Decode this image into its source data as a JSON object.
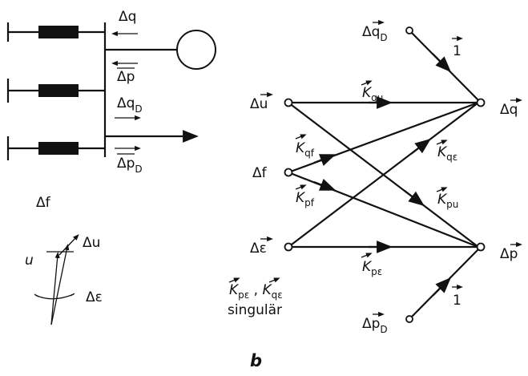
{
  "circuit": {
    "dq": "Δq",
    "dp": "Δp",
    "dqD": "Δq",
    "dqD_sub": "D",
    "dpD": "Δp",
    "dpD_sub": "D",
    "df": "Δf"
  },
  "phasor": {
    "u": "u",
    "du": "Δu",
    "de": "Δε"
  },
  "graph": {
    "nodes": {
      "dqD_src": {
        "text": "Δq",
        "sub": "D"
      },
      "du": {
        "text": "Δu"
      },
      "df": {
        "text": "Δf"
      },
      "de": {
        "text": "Δε"
      },
      "dq_out": {
        "text": "Δq"
      },
      "dp_out": {
        "text": "Δp"
      },
      "dpD_src": {
        "text": "Δp",
        "sub": "D"
      }
    },
    "edges": {
      "one_top": "1",
      "one_bot": "1",
      "Kqu": {
        "text": "K",
        "sub": "qu"
      },
      "Kqf": {
        "text": "K",
        "sub": "qf"
      },
      "Kqe": {
        "text": "K",
        "sub": "qε"
      },
      "Kpf": {
        "text": "K",
        "sub": "pf"
      },
      "Kpu": {
        "text": "K",
        "sub": "pu"
      },
      "Kpe": {
        "text": "K",
        "sub": "pε"
      }
    },
    "note_line1_a": "K",
    "note_line1_a_sub": "pε",
    "note_line1_sep": " , ",
    "note_line1_b": "K",
    "note_line1_b_sub": "qε",
    "note_line2": "singulär"
  },
  "caption": "b"
}
